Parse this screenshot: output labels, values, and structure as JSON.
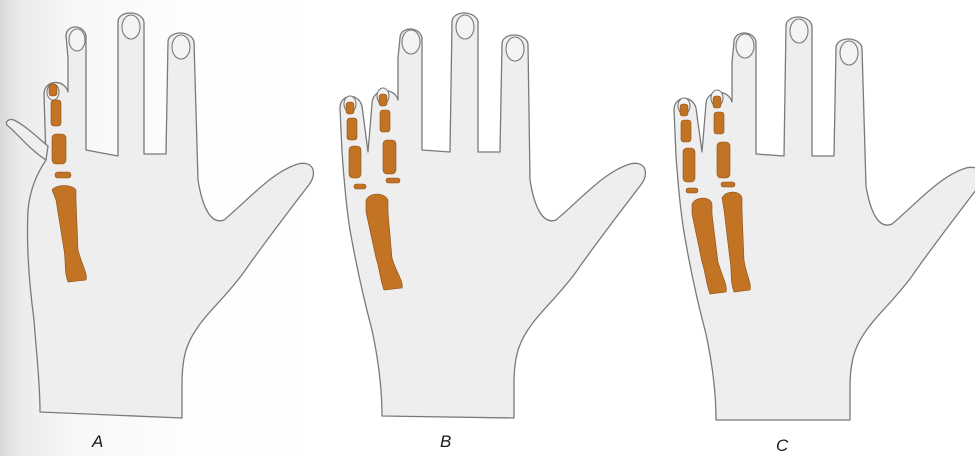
{
  "panels": [
    {
      "label": "A",
      "variant": "single-finger"
    },
    {
      "label": "B",
      "variant": "two-fingers-shared-metacarpal"
    },
    {
      "label": "C",
      "variant": "two-fingers-separate-metacarpals"
    }
  ],
  "colors": {
    "bone": "#c27324",
    "skin": "#eeeeee",
    "outline": "#7a7a7a",
    "background": "#ffffff"
  }
}
